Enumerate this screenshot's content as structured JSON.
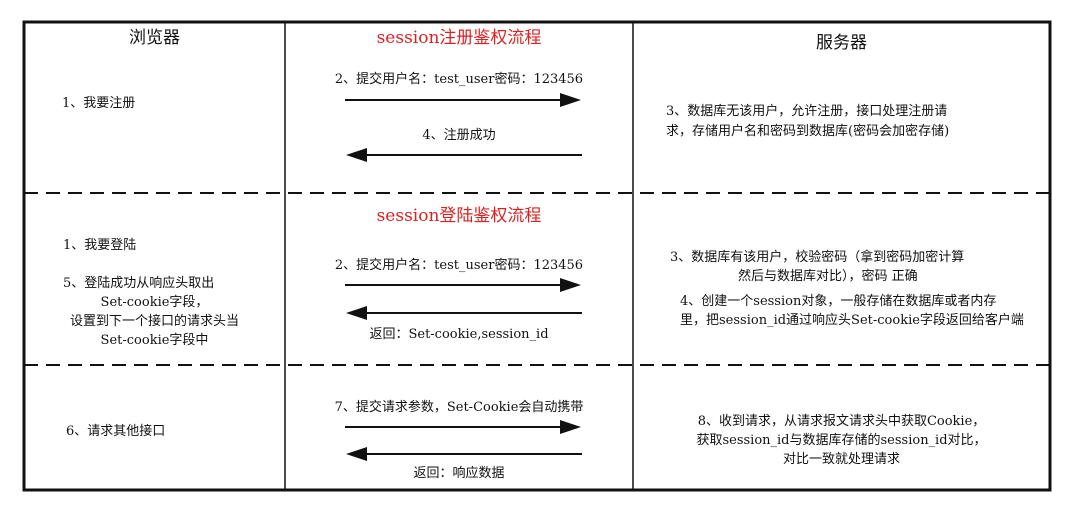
{
  "headers": {
    "browser": "浏览器",
    "server": "服务器"
  },
  "colors": {
    "title": "#e02020",
    "line": "#111111"
  },
  "sections": [
    {
      "title": "session注册鉴权流程",
      "browser_lines": [
        "1、我要注册"
      ],
      "arrows": [
        {
          "direction": "right",
          "label": "2、提交用户名：test_user密码：123456"
        },
        {
          "direction": "left",
          "label": "4、注册成功"
        }
      ],
      "server_lines": [
        "3、数据库无该用户，允许注册，接口处理注册请",
        "求，存储用户名和密码到数据库(密码会加密存储)"
      ]
    },
    {
      "title": "session登陆鉴权流程",
      "browser_lines": [
        "1、我要登陆",
        "5、登陆成功从响应头取出",
        "Set-cookie字段，",
        "设置到下一个接口的请求头当",
        "Set-cookie字段中"
      ],
      "arrows": [
        {
          "direction": "right",
          "label": "2、提交用户名：test_user密码：123456"
        },
        {
          "direction": "left",
          "label": "返回：Set-cookie,session_id"
        }
      ],
      "server_lines": [
        "3、数据库有该用户，校验密码（拿到密码加密计算",
        "然后与数据库对比），密码 正确",
        "4、创建一个session对象，一般存储在数据库或者内存",
        "里，把session_id通过响应头Set-cookie字段返回给客户端"
      ]
    },
    {
      "title": "",
      "browser_lines": [
        "6、请求其他接口"
      ],
      "arrows": [
        {
          "direction": "right",
          "label": "7、提交请求参数，Set-Cookie会自动携带"
        },
        {
          "direction": "left",
          "label": "返回：响应数据"
        }
      ],
      "server_lines": [
        "8、收到请求，从请求报文请求头中获取Cookie，",
        "获取session_id与数据库存储的session_id对比，",
        "对比一致就处理请求"
      ]
    }
  ]
}
